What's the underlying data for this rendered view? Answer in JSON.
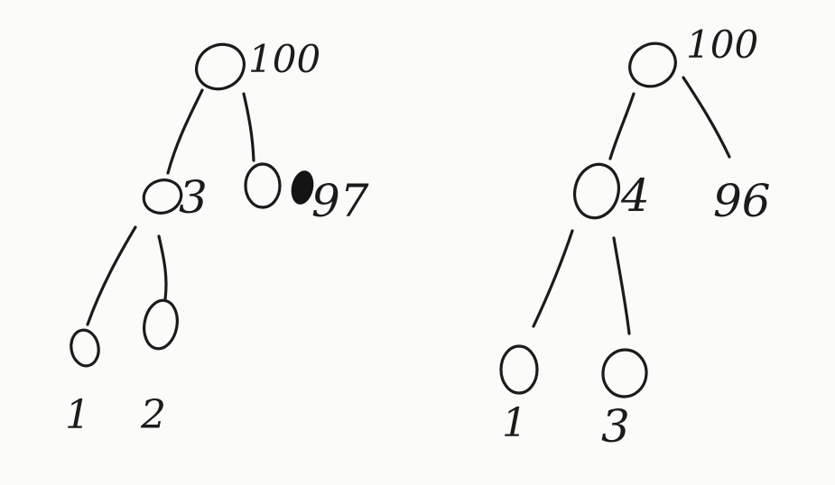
{
  "trees": [
    {
      "id": "left",
      "nodes": [
        {
          "id": "L-root",
          "label": "100",
          "filled": false
        },
        {
          "id": "L-a",
          "label": "3",
          "filled": false
        },
        {
          "id": "L-b",
          "label": "97",
          "filled": true
        },
        {
          "id": "L-c",
          "label": "1",
          "filled": false
        },
        {
          "id": "L-d",
          "label": "2",
          "filled": false
        }
      ],
      "edges": [
        [
          "L-root",
          "L-a"
        ],
        [
          "L-root",
          "L-b"
        ],
        [
          "L-a",
          "L-c"
        ],
        [
          "L-a",
          "L-d"
        ]
      ]
    },
    {
      "id": "right",
      "nodes": [
        {
          "id": "R-root",
          "label": "100",
          "filled": false
        },
        {
          "id": "R-a",
          "label": "4",
          "filled": false
        },
        {
          "id": "R-b",
          "label": "96",
          "filled": false
        },
        {
          "id": "R-c",
          "label": "1",
          "filled": false
        },
        {
          "id": "R-d",
          "label": "3",
          "filled": false
        }
      ],
      "edges": [
        [
          "R-root",
          "R-a"
        ],
        [
          "R-root",
          "R-b"
        ],
        [
          "R-a",
          "R-c"
        ],
        [
          "R-a",
          "R-d"
        ]
      ]
    }
  ]
}
